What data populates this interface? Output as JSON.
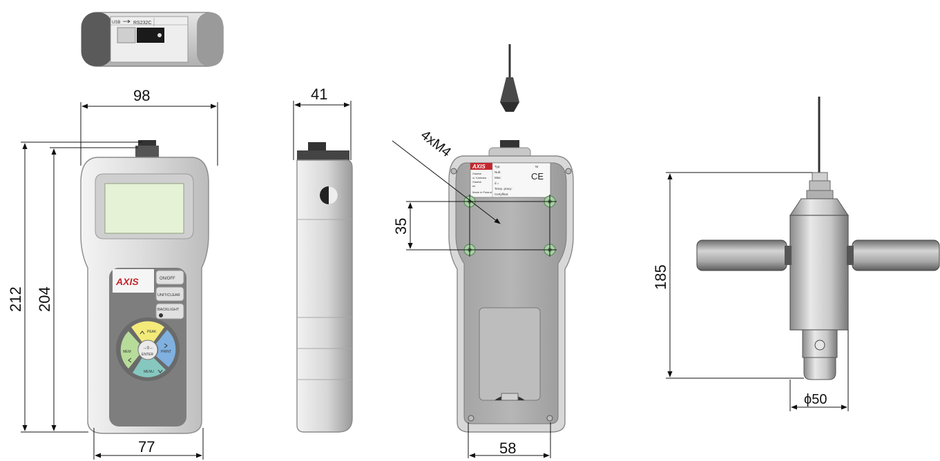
{
  "top_view": {
    "port_usb": "USB",
    "port_rs232": "RS232C"
  },
  "front_view": {
    "brand": "AXIS",
    "buttons": {
      "onoff": "ON/OFF",
      "unitclear": "UNIT/CLEAR",
      "backlight": "BACKLIGHT",
      "peak": "PEAK",
      "mem": "MEM",
      "print": "PRINT",
      "menu": "MENU",
      "enter": "ENTER",
      "enter_symbol": "→0←"
    }
  },
  "back_view": {
    "brand": "AXIS",
    "label_fields": [
      "Typ:",
      "Nr",
      "Nub:",
      "Max:",
      "d =",
      "Temp. pracy:",
      "Certyfikat:"
    ],
    "label_address": [
      "Gdańsk",
      "ul. Kartuska",
      "Gdańsk",
      "tel.",
      "Made in Poland"
    ],
    "ce_mark": "CE"
  },
  "dimensions": {
    "width_front": "98",
    "height_total": "212",
    "height_body": "204",
    "width_bottom": "77",
    "depth": "41",
    "thread_note": "4xM4",
    "hole_spacing": "35",
    "back_bottom_width": "58",
    "sensor_length": "185",
    "sensor_diameter": "ϕ50"
  },
  "colors": {
    "body_light": "#e4e4e4",
    "body_dark": "#8f8f8f",
    "display": "#e6f2d6",
    "brand_red": "#c4262e",
    "btn_yellow": "#f3ea7a",
    "btn_blue": "#7fb0df",
    "btn_green": "#b7dc9a",
    "btn_teal": "#86c7bf"
  }
}
